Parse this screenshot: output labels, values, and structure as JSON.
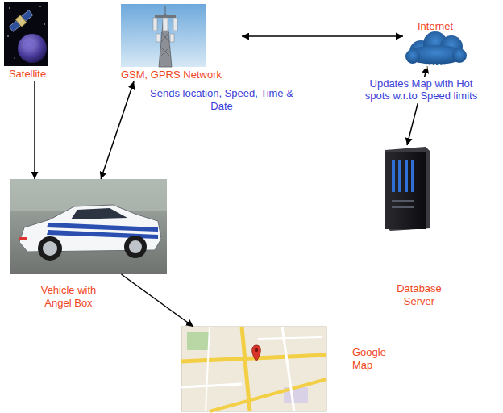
{
  "diagram": {
    "nodes": [
      {
        "text": [
          "Satellite"
        ]
      },
      {
        "text": [
          "GSM, GPRS Network"
        ]
      },
      {
        "text": [
          "Internet",
          "www"
        ]
      },
      {
        "text": [
          "Vehicle with Angel Box"
        ]
      },
      {
        "text": [
          "Database Server"
        ]
      },
      {
        "text": [
          "Google Map"
        ]
      }
    ],
    "edges": [
      {
        "from": 0,
        "to": 3,
        "arrow": "to"
      },
      {
        "from": 1,
        "to": 3,
        "arrow": "both"
      },
      {
        "from": 1,
        "to": 2,
        "arrow": "both"
      },
      {
        "from": 2,
        "to": 4,
        "arrow": "both",
        "label": "Updates Map with Hot spots w.r.to Speed limits"
      },
      {
        "from": 3,
        "to": 5,
        "arrow": "to"
      }
    ],
    "labels": [
      "Sends location, Speed, Time & Date"
    ]
  }
}
